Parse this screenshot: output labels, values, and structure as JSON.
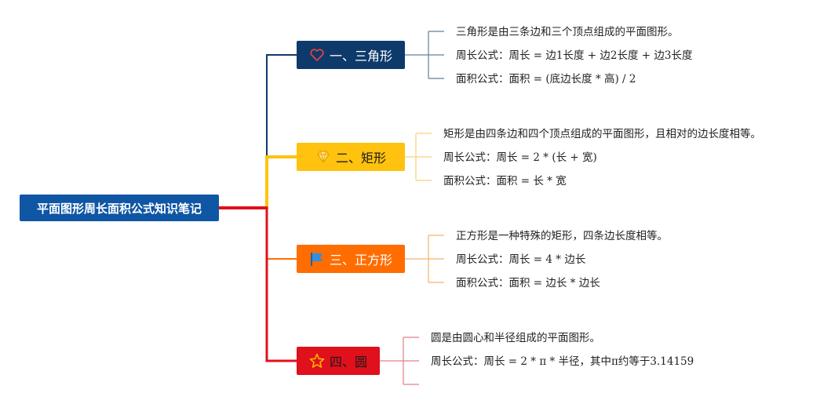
{
  "root": {
    "label": "平面图形周长面积公式知识笔记"
  },
  "branches": [
    {
      "label": "一、三角形",
      "icon": "heart-icon",
      "color": "#0d3a6b",
      "items": [
        "三角形是由三条边和三个顶点组成的平面图形。",
        "周长公式：周长 = 边1长度 + 边2长度 + 边3长度",
        "面积公式：面积 = (底边长度 * 高) / 2"
      ]
    },
    {
      "label": "二、矩形",
      "icon": "diamond-icon",
      "color": "#ffc20e",
      "items": [
        "矩形是由四条边和四个顶点组成的平面图形，且相对的边长度相等。",
        "周长公式：周长 = 2 * (长 + 宽)",
        "面积公式：面积 = 长 * 宽"
      ]
    },
    {
      "label": "三、正方形",
      "icon": "flag-icon",
      "color": "#ff6d00",
      "items": [
        "正方形是一种特殊的矩形，四条边长度相等。",
        "周长公式：周长 = 4 * 边长",
        "面积公式：面积 = 边长 * 边长"
      ]
    },
    {
      "label": "四、圆",
      "icon": "star-icon",
      "color": "#e0101c",
      "items": [
        "圆是由圆心和半径组成的平面图形。",
        "周长公式：周长 = 2 * π * 半径，其中π约等于3.14159",
        ""
      ]
    }
  ]
}
